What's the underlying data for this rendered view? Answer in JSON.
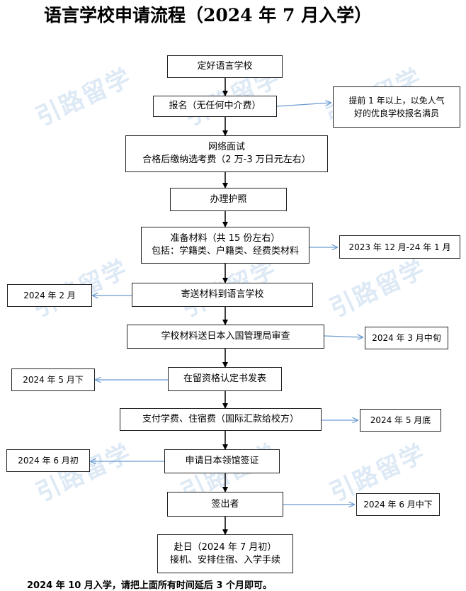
{
  "title": "语言学校申请流程（2024 年 7 月入学）",
  "watermark": "引路留学",
  "steps": [
    {
      "lines": [
        "定好语言学校"
      ]
    },
    {
      "lines": [
        "报名（无任何中介费）"
      ]
    },
    {
      "lines": [
        "网络面试",
        "合格后缴纳选考费（2 万-3 万日元左右）"
      ]
    },
    {
      "lines": [
        "办理护照"
      ]
    },
    {
      "lines": [
        "准备材料（共 15 份左右）",
        "包括：学籍类、户籍类、经费类材料"
      ]
    },
    {
      "lines": [
        "寄送材料到语言学校"
      ]
    },
    {
      "lines": [
        "学校材料送日本入国管理局审查"
      ]
    },
    {
      "lines": [
        "在留资格认定书发表"
      ]
    },
    {
      "lines": [
        "支付学费、住宿费（国际汇款给校方）"
      ]
    },
    {
      "lines": [
        "申请日本领馆签证"
      ]
    },
    {
      "lines": [
        "签出者"
      ]
    },
    {
      "lines": [
        "赴日（2024 年 7 月初）",
        "接机、安排住宿、入学手续"
      ]
    }
  ],
  "notes": [
    {
      "lines": [
        "提前 1 年以上，以免人气",
        "好的优良学校报名满员"
      ]
    },
    {
      "lines": [
        "2023 年 12 月-24 年 1 月"
      ]
    },
    {
      "lines": [
        "2024 年 2 月"
      ]
    },
    {
      "lines": [
        "2024 年 3 月中旬"
      ]
    },
    {
      "lines": [
        "2024 年 5 月下"
      ]
    },
    {
      "lines": [
        "2024 年 5 月底"
      ]
    },
    {
      "lines": [
        "2024 年 6 月初"
      ]
    },
    {
      "lines": [
        "2024 年 6 月中下"
      ]
    }
  ],
  "footer": "2024 年 10 月入学，请把上面所有时间延后 3 个月即可。",
  "colors": {
    "arrow": "#6a9bd1",
    "flow_arrow": "#000000",
    "watermark": "#dde9f5"
  }
}
